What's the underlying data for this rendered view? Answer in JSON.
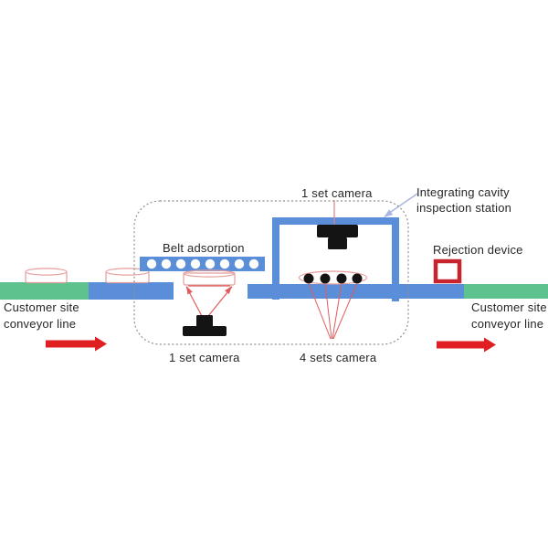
{
  "colors": {
    "conveyor_green": "#5ec28e",
    "conveyor_blue": "#5b8ed9",
    "camera_black": "#141414",
    "arrow_red": "#e01f23",
    "rejection_red": "#c8242e",
    "pink_outline": "#e59d9d",
    "cone_red": "#e05c5c",
    "thin_line_red": "#e08080",
    "pointer_periwinkle": "#a9b6dd",
    "dash_gray": "#8f8f8f",
    "hole_white": "#ffffff"
  },
  "left_conveyor": {
    "line1": "Customer site",
    "line2": "conveyor line"
  },
  "right_conveyor": {
    "line1": "Customer site",
    "line2": "conveyor line"
  },
  "belt": {
    "label": "Belt adsorption"
  },
  "cameras": {
    "top_label": "1 set camera",
    "bottom_label": "1 set camera",
    "multi_label": "4 sets camera"
  },
  "station": {
    "label_line1": "Integrating cavity",
    "label_line2": "inspection station"
  },
  "rejection": {
    "label": "Rejection device"
  }
}
